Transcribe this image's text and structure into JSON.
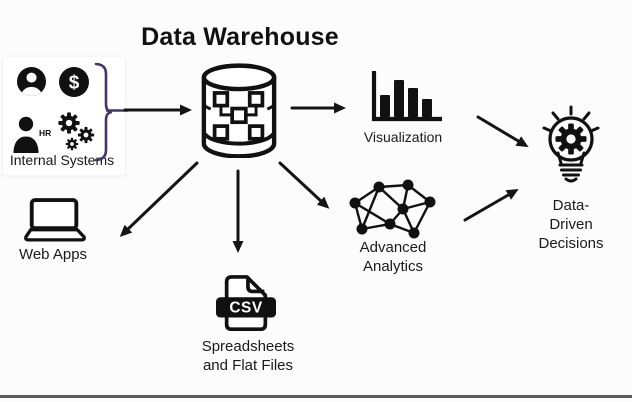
{
  "title": "Data Warehouse",
  "colors": {
    "ink": "#151515",
    "brace_purple": "#45356b",
    "csv_badge_bg": "#111111",
    "csv_badge_text": "#ffffff"
  },
  "nodes": {
    "internal_systems": {
      "label": "Internal Systems",
      "icons": [
        "user-avatar-icon",
        "dollar-icon",
        "hr-person-icon",
        "gears-icon"
      ],
      "dollar_glyph": "$",
      "hr_tag": "HR"
    },
    "warehouse": {
      "icon": "database-icon"
    },
    "web_apps": {
      "label": "Web Apps",
      "icon": "laptop-icon"
    },
    "spreadsheets": {
      "label": "Spreadsheets\nand Flat Files",
      "icon": "csv-file-icon",
      "badge": "CSV"
    },
    "visualization": {
      "label": "Visualization",
      "icon": "bar-chart-icon"
    },
    "advanced_analytics": {
      "label": "Advanced\nAnalytics",
      "icon": "network-graph-icon"
    },
    "decisions": {
      "label": "Data-\nDriven\nDecisions",
      "icon": "lightbulb-gear-icon"
    }
  },
  "flows": [
    {
      "from": "internal-systems",
      "to": "warehouse"
    },
    {
      "from": "warehouse",
      "to": "visualization"
    },
    {
      "from": "warehouse",
      "to": "web-apps"
    },
    {
      "from": "warehouse",
      "to": "spreadsheets"
    },
    {
      "from": "warehouse",
      "to": "advanced-analytics"
    },
    {
      "from": "visualization",
      "to": "decisions"
    },
    {
      "from": "advanced-analytics",
      "to": "decisions"
    }
  ]
}
